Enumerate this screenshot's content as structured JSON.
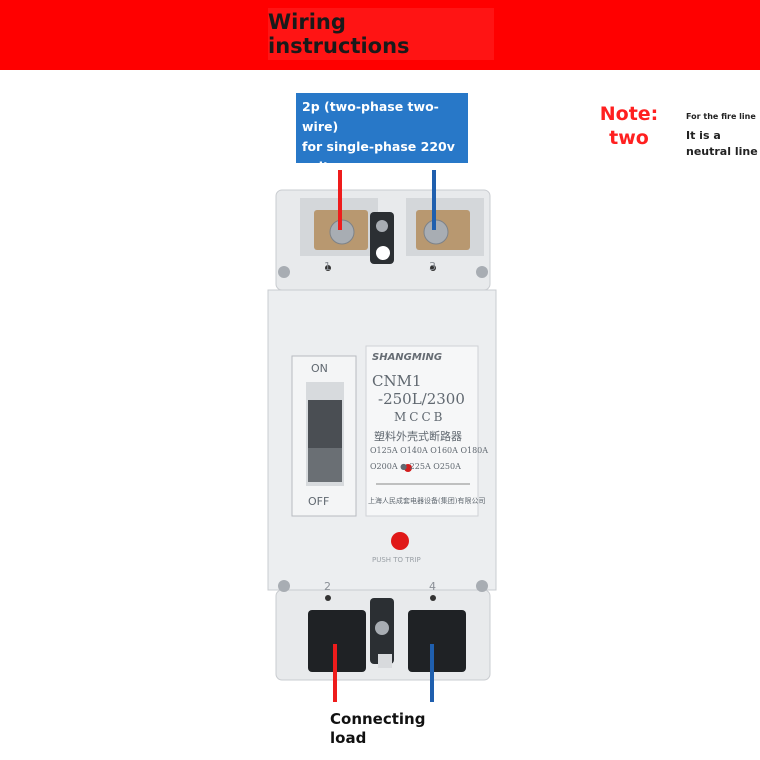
{
  "banner": {
    "title": "Wiring instructions"
  },
  "info_box": {
    "lines": [
      "2p (two-phase two-wire)",
      "for single-phase 220v",
      "voltage"
    ]
  },
  "note": {
    "title_line1": "Note:",
    "title_line2": "two",
    "fire_line": "For the fire line",
    "neutral_line1": "It is a",
    "neutral_line2": "neutral line"
  },
  "load": {
    "line1": "Connecting",
    "line2": "load"
  },
  "breaker": {
    "brand": "SHANGMING",
    "model_line1": "CNM1",
    "model_line2": "-250L/2300",
    "model_line3": "MCCB",
    "cn_name": "塑料外壳式断路器",
    "current_row1": "O125A O140A O160A O180A",
    "current_row2": "O200A ● 225A O250A",
    "manufacturer": "上海人民成套电器设备(集团)有限公司",
    "switch_on": "ON",
    "switch_off": "OFF",
    "push_test": "PUSH TO TRIP",
    "terminals_top": [
      "1",
      "3"
    ],
    "terminals_bottom": [
      "2",
      "4"
    ]
  },
  "colors": {
    "banner": "#ff0000",
    "info_box": "#2878c8",
    "live_wire": "#ee1c1c",
    "neutral_wire": "#1f5fae"
  }
}
